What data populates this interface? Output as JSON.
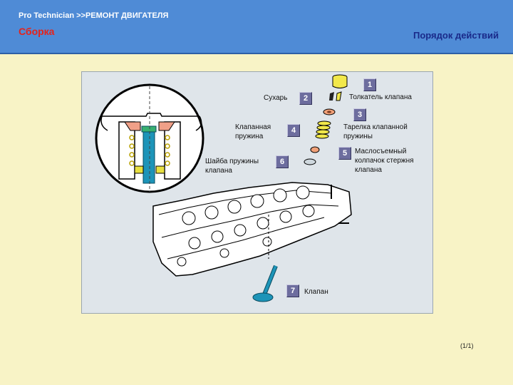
{
  "header": {
    "breadcrumb": "Pro Technician >>РЕМОНТ ДВИГАТЕЛЯ",
    "section_title": "Сборка",
    "procedure_link": "Порядок действий"
  },
  "diagram": {
    "parts": [
      {
        "number": "1",
        "label": "Толкатель клапана"
      },
      {
        "number": "2",
        "label": "Сухарь"
      },
      {
        "number": "3",
        "label": "Тарелка клапанной пружины"
      },
      {
        "number": "4",
        "label": "Клапанная пружина"
      },
      {
        "number": "5",
        "label": "Маслосъемный колпачок стержня клапана"
      },
      {
        "number": "6",
        "label": "Шайба пружины клапана"
      },
      {
        "number": "7",
        "label": "Клапан"
      }
    ]
  },
  "footer": {
    "page_indicator": "(1/1)"
  },
  "colors": {
    "header": "#4f8bd6",
    "background": "#f8f3c6",
    "panel": "#dfe5ea",
    "badge": "#6d6d9e",
    "title_red": "#e5231b",
    "link_blue": "#1a2a8a"
  }
}
